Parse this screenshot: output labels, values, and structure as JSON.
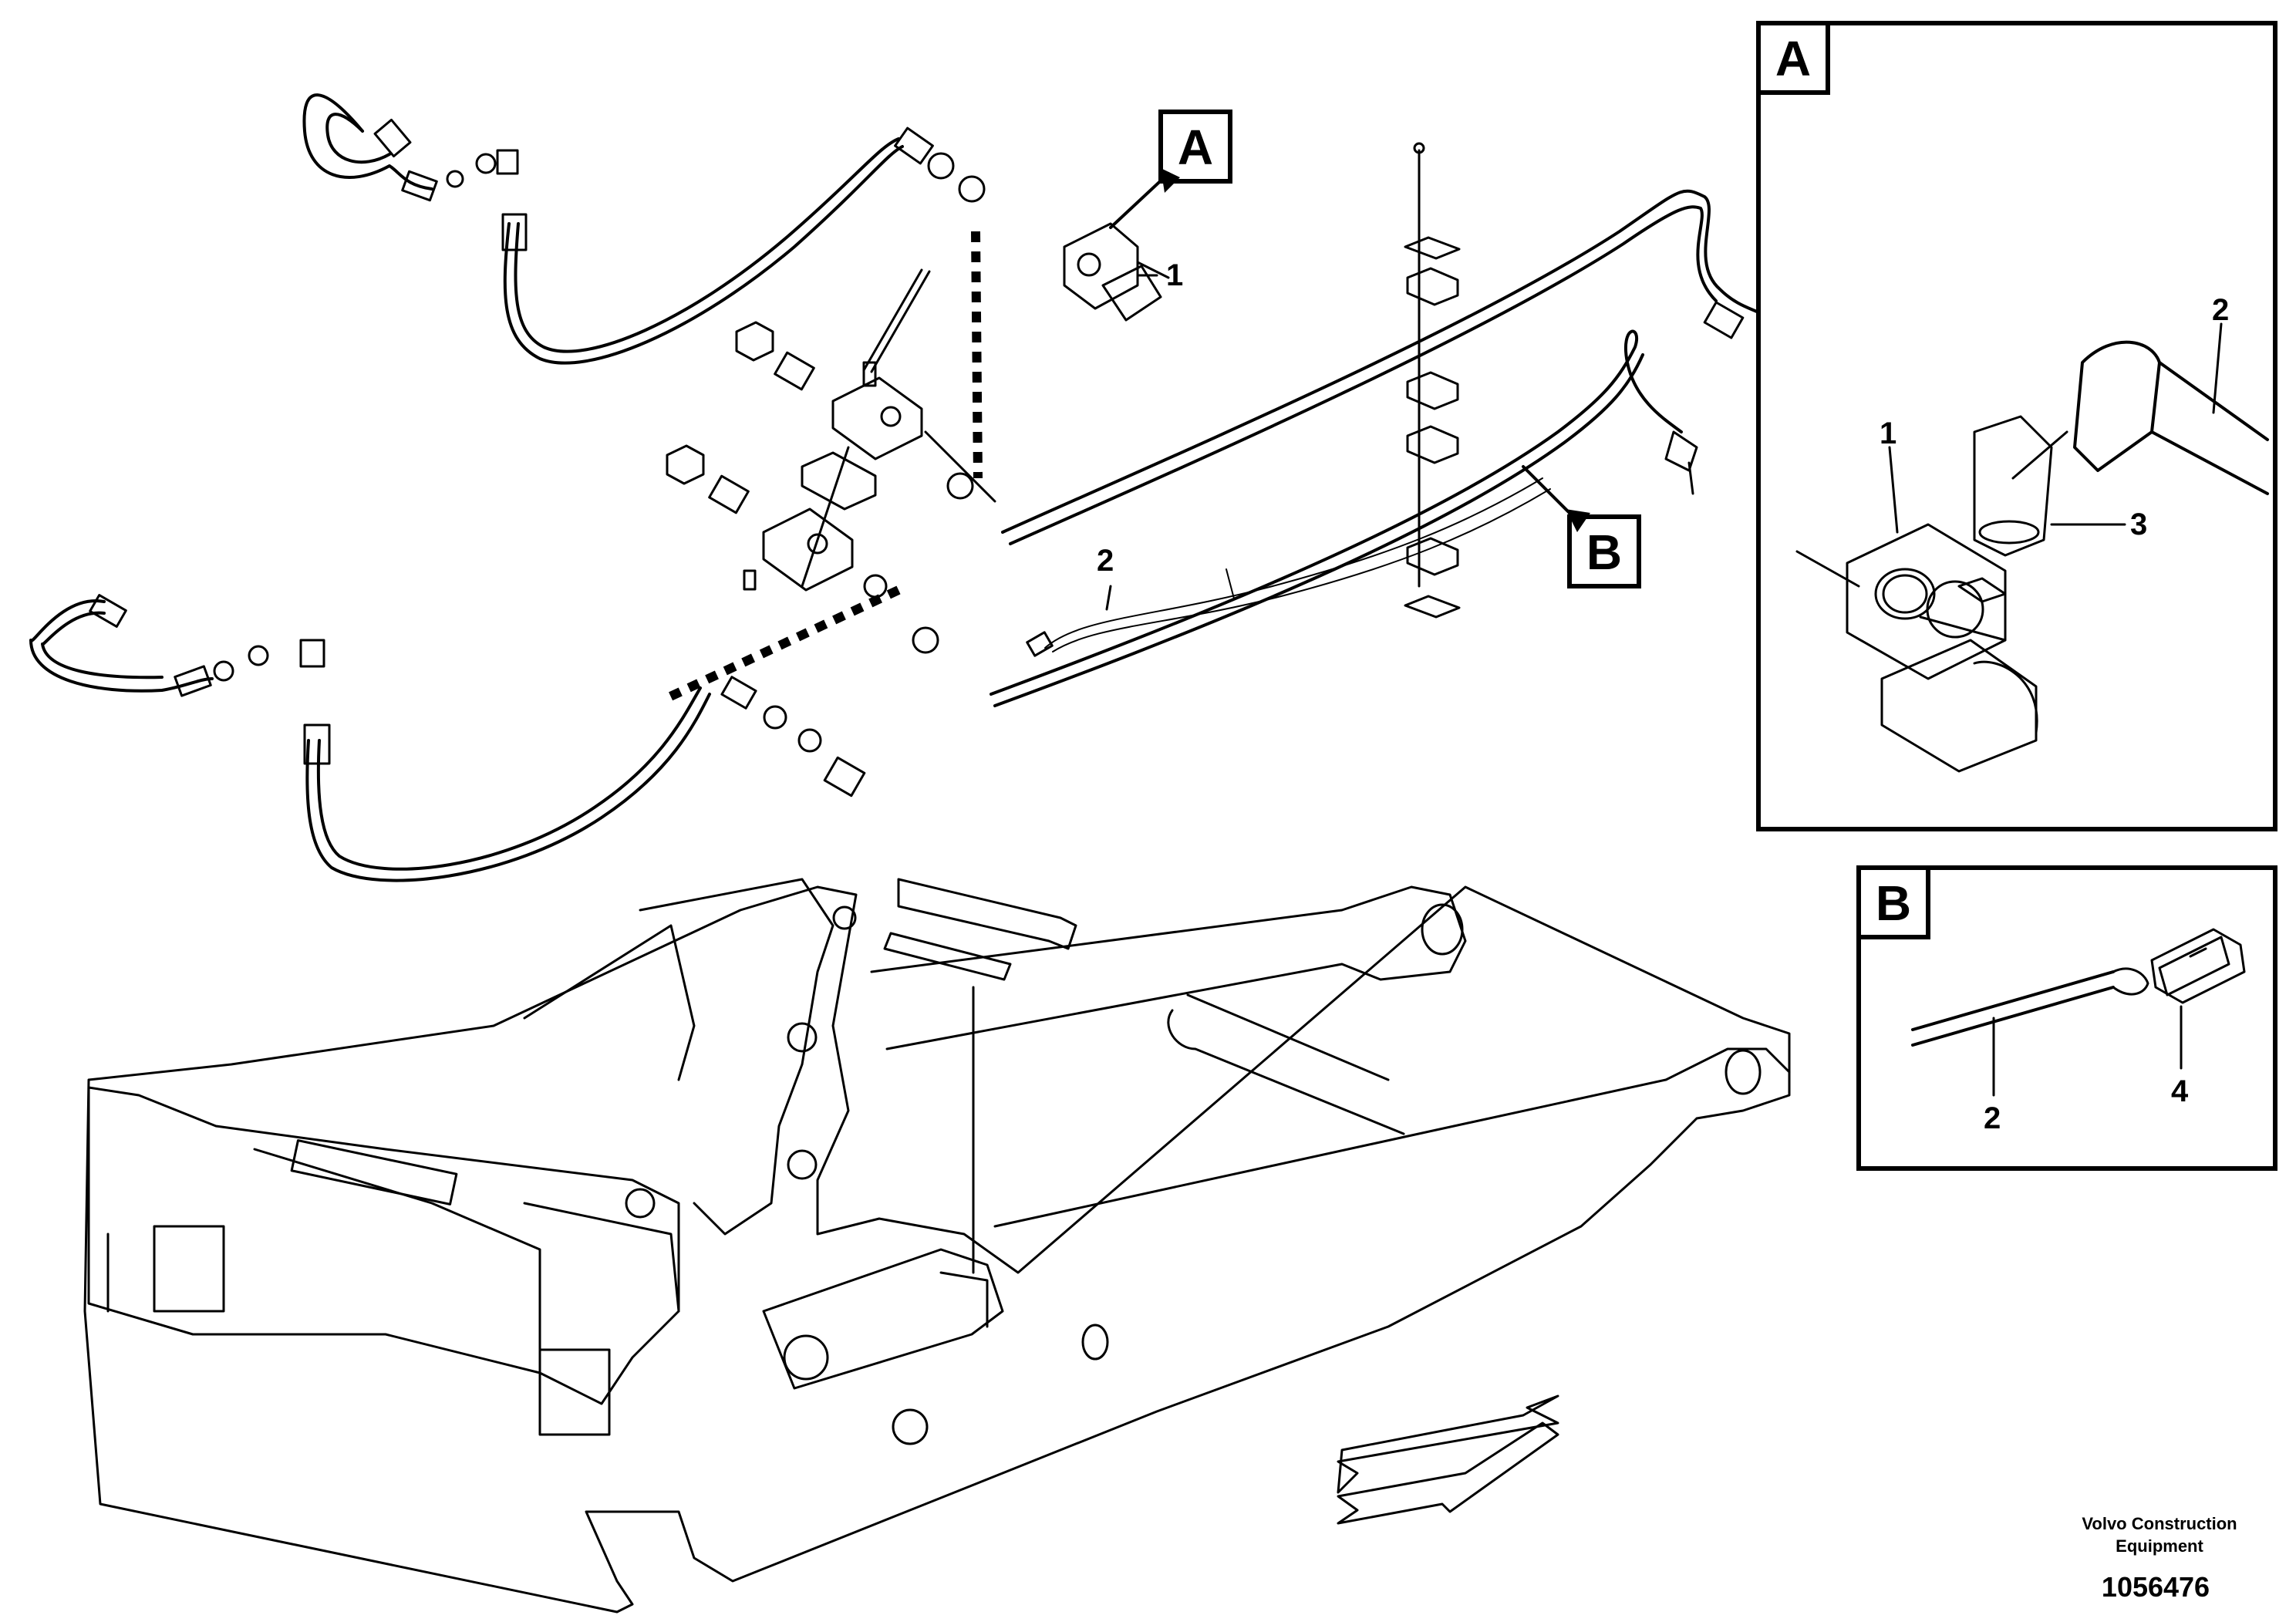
{
  "views": {
    "a": {
      "letter": "A"
    },
    "b": {
      "letter": "B"
    }
  },
  "callouts": {
    "main_1": "1",
    "main_2": "2",
    "view_a_1": "1",
    "view_a_2": "2",
    "view_a_3": "3",
    "view_b_2": "2",
    "view_b_4": "4"
  },
  "footer": {
    "brand_line_1": "Volvo Construction",
    "brand_line_2": "Equipment",
    "illustration_number": "1056476"
  }
}
